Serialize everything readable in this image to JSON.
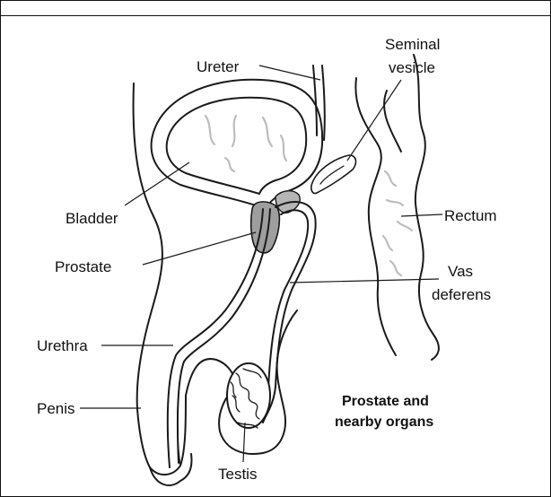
{
  "labels": {
    "ureter": "Ureter",
    "seminal_line1": "Seminal",
    "seminal_line2": "vesicle",
    "bladder": "Bladder",
    "rectum": "Rectum",
    "prostate": "Prostate",
    "vas_line1": "Vas",
    "vas_line2": "deferens",
    "urethra": "Urethra",
    "penis": "Penis",
    "testis": "Testis"
  },
  "title": {
    "line1": "Prostate and",
    "line2": "nearby organs"
  },
  "colors": {
    "prostate_fill": "#9e9e9e",
    "outline": "#1a1a1a",
    "rectum_folds": "#bdbdbd"
  }
}
